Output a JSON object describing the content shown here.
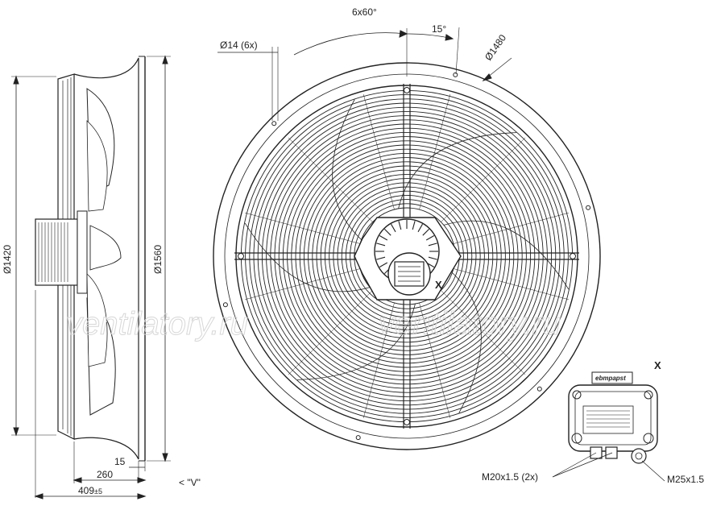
{
  "dimensions": {
    "angle_total": "6x60°",
    "angle_offset": "15°",
    "hole_diameter": "Ø14 (6x)",
    "outer_diameter": "Ø1480",
    "height_left": "Ø1420",
    "flange_diameter": "Ø1560",
    "depth_15": "15",
    "depth_260": "260",
    "depth_409": "409",
    "depth_409_tol": "±5"
  },
  "view_label": "< \"V\"",
  "detail": {
    "label_x_main": "X",
    "label_x_detail": "X",
    "cable_gland_small": "M20x1.5 (2x)",
    "cable_gland_large": "M25x1.5",
    "brand": "ebmpapst"
  },
  "watermark": "ventilatory.ru"
}
